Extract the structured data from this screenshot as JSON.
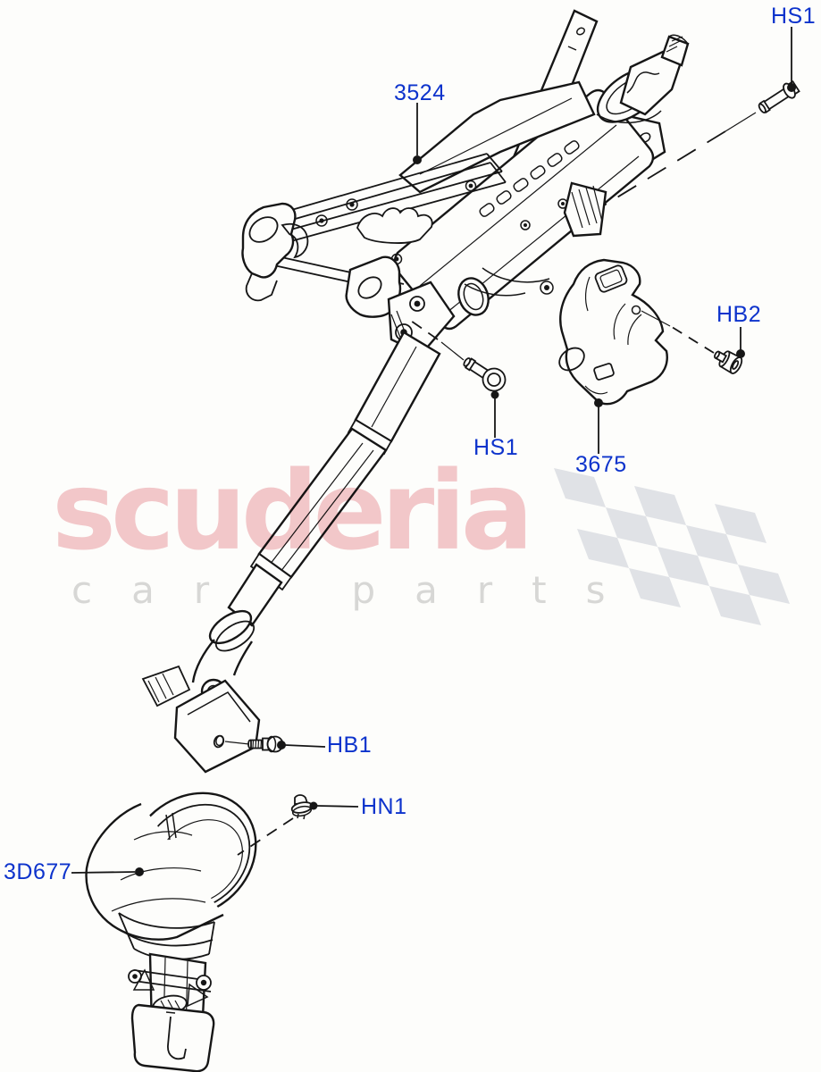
{
  "page": {
    "type": "exploded-parts-diagram",
    "subject": "Steering column assembly with fasteners"
  },
  "diagram": {
    "labels": {
      "l3524": "3524",
      "hs1_top": "HS1",
      "hb2": "HB2",
      "hs1_mid": "HS1",
      "l3675": "3675",
      "hb1": "HB1",
      "hn1": "HN1",
      "l3d677": "3D677"
    },
    "watermark": {
      "brand": "scuderia",
      "subtitle": "car parts"
    },
    "colors": {
      "label_blue": "#0d33cc",
      "line": "#161616",
      "background": "#fdfdfb",
      "watermark_pink": "#f4c9cd",
      "watermark_gray": "#d9d9d9",
      "checker_gray": "#e0e2e6"
    }
  }
}
